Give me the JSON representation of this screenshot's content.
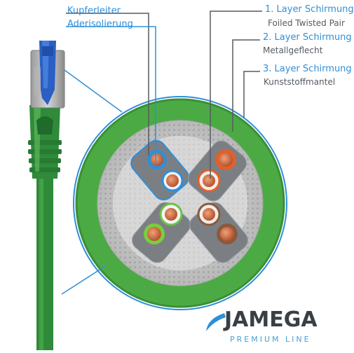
{
  "labels": {
    "kupferleiter": "Kupferleiter",
    "aderisolierung": "Aderisolierung",
    "layer1_title": "1. Layer Schirmung",
    "layer1_sub": "Foiled Twisted Pair",
    "layer2_title": "2. Layer Schirmung",
    "layer2_sub": "Metallgeflecht",
    "layer3_title": "3. Layer Schirmung",
    "layer3_sub": "Kunststoffmantel"
  },
  "brand": {
    "name": "JAMEGA",
    "tagline": "PREMIUM LINE"
  },
  "colors": {
    "cable_green": "#2f8a3a",
    "jacket_green": "#4caa45",
    "braid_grey": "#c9c9c9",
    "foil_grey": "#7b7f84",
    "accent_blue": "#2f8fd8",
    "copper": "#c8643c",
    "text_grey": "#555b61"
  },
  "wire_pairs": [
    {
      "position": "top-left",
      "colors": [
        "blue",
        "white-blue"
      ]
    },
    {
      "position": "top-right",
      "colors": [
        "orange",
        "white-orange"
      ]
    },
    {
      "position": "bottom-left",
      "colors": [
        "green",
        "white-green"
      ]
    },
    {
      "position": "bottom-right",
      "colors": [
        "brown",
        "white-brown"
      ]
    }
  ]
}
